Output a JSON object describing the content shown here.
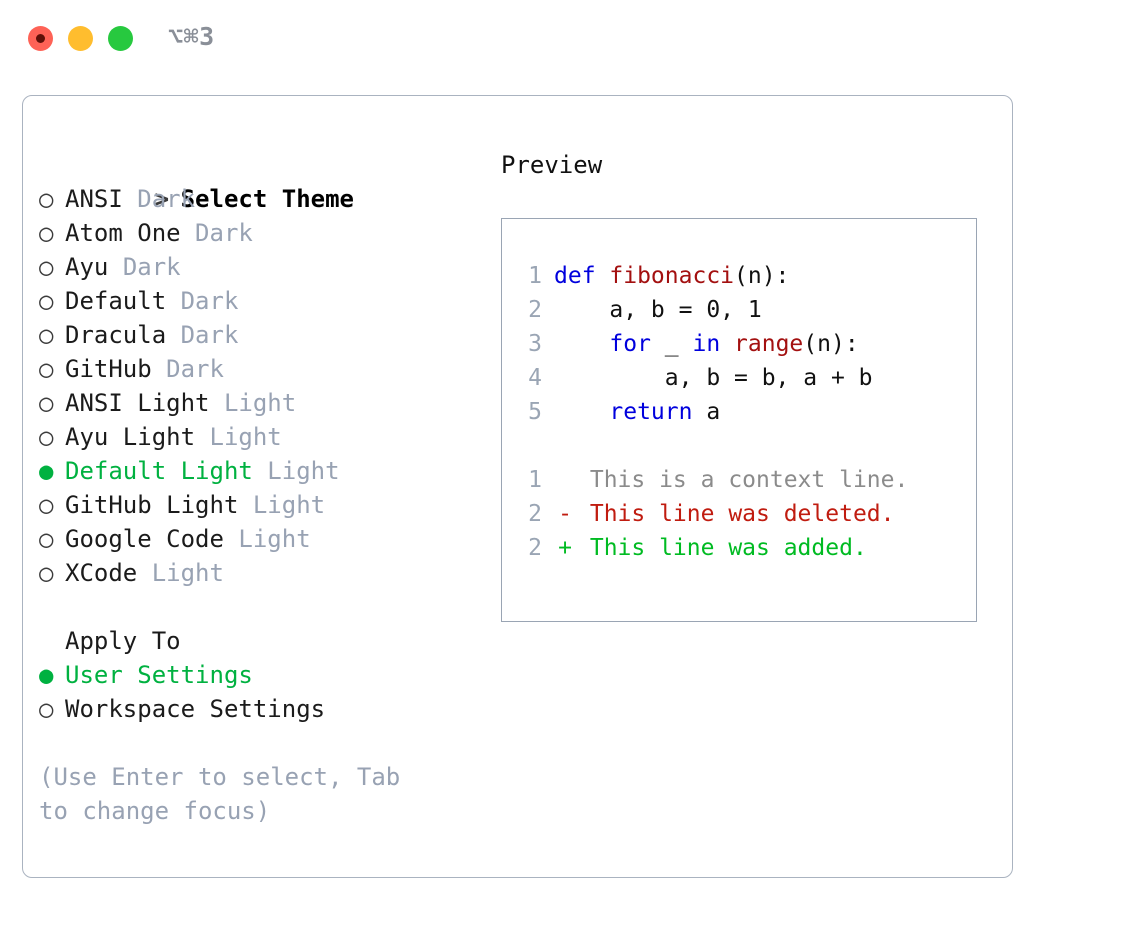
{
  "window": {
    "title": "⌥⌘3",
    "traffic_lights": {
      "close_color": "#fe6256",
      "minimize_color": "#ffbd2e",
      "maximize_color": "#27c93f"
    }
  },
  "theme_selector": {
    "header": "Select Theme",
    "header_prefix": ">",
    "bullet_unselected": "○",
    "bullet_selected": "●",
    "accent_color": "#00b140",
    "meta_color": "#98a2b3",
    "items": [
      {
        "name": "ANSI",
        "meta": "Dark",
        "selected": false
      },
      {
        "name": "Atom One",
        "meta": "Dark",
        "selected": false
      },
      {
        "name": "Ayu",
        "meta": "Dark",
        "selected": false
      },
      {
        "name": "Default",
        "meta": "Dark",
        "selected": false
      },
      {
        "name": "Dracula",
        "meta": "Dark",
        "selected": false
      },
      {
        "name": "GitHub",
        "meta": "Dark",
        "selected": false
      },
      {
        "name": "ANSI Light",
        "meta": "Light",
        "selected": false
      },
      {
        "name": "Ayu Light",
        "meta": "Light",
        "selected": false
      },
      {
        "name": "Default Light",
        "meta": "Light",
        "selected": true
      },
      {
        "name": "GitHub Light",
        "meta": "Light",
        "selected": false
      },
      {
        "name": "Google Code",
        "meta": "Light",
        "selected": false
      },
      {
        "name": "XCode",
        "meta": "Light",
        "selected": false
      }
    ]
  },
  "apply_to": {
    "header": "Apply To",
    "options": [
      {
        "name": "User Settings",
        "selected": true
      },
      {
        "name": "Workspace Settings",
        "selected": false
      }
    ]
  },
  "hint": "(Use Enter to select, Tab to change focus)",
  "preview": {
    "title": "Preview",
    "code_lines": [
      {
        "num": "1",
        "tokens": [
          {
            "t": "def ",
            "c": "kw"
          },
          {
            "t": "fibonacci",
            "c": "fn"
          },
          {
            "t": "(n):",
            "c": "plain"
          }
        ]
      },
      {
        "num": "2",
        "tokens": [
          {
            "t": "    a, b = 0, 1",
            "c": "plain"
          }
        ]
      },
      {
        "num": "3",
        "tokens": [
          {
            "t": "    ",
            "c": "plain"
          },
          {
            "t": "for",
            "c": "kw"
          },
          {
            "t": " _ ",
            "c": "plain"
          },
          {
            "t": "in ",
            "c": "kw"
          },
          {
            "t": "range",
            "c": "fn"
          },
          {
            "t": "(n):",
            "c": "plain"
          }
        ]
      },
      {
        "num": "4",
        "tokens": [
          {
            "t": "        a, b = b, a + b",
            "c": "plain"
          }
        ]
      },
      {
        "num": "5",
        "tokens": [
          {
            "t": "    ",
            "c": "plain"
          },
          {
            "t": "return",
            "c": "kw"
          },
          {
            "t": " a",
            "c": "plain"
          }
        ]
      }
    ],
    "diff_lines": [
      {
        "num": "1",
        "mark": " ",
        "text": "This is a context line.",
        "c": "ctx"
      },
      {
        "num": "2",
        "mark": "-",
        "text": "This line was deleted.",
        "c": "del"
      },
      {
        "num": "2",
        "mark": "+",
        "text": "This line was added.",
        "c": "add"
      }
    ]
  }
}
